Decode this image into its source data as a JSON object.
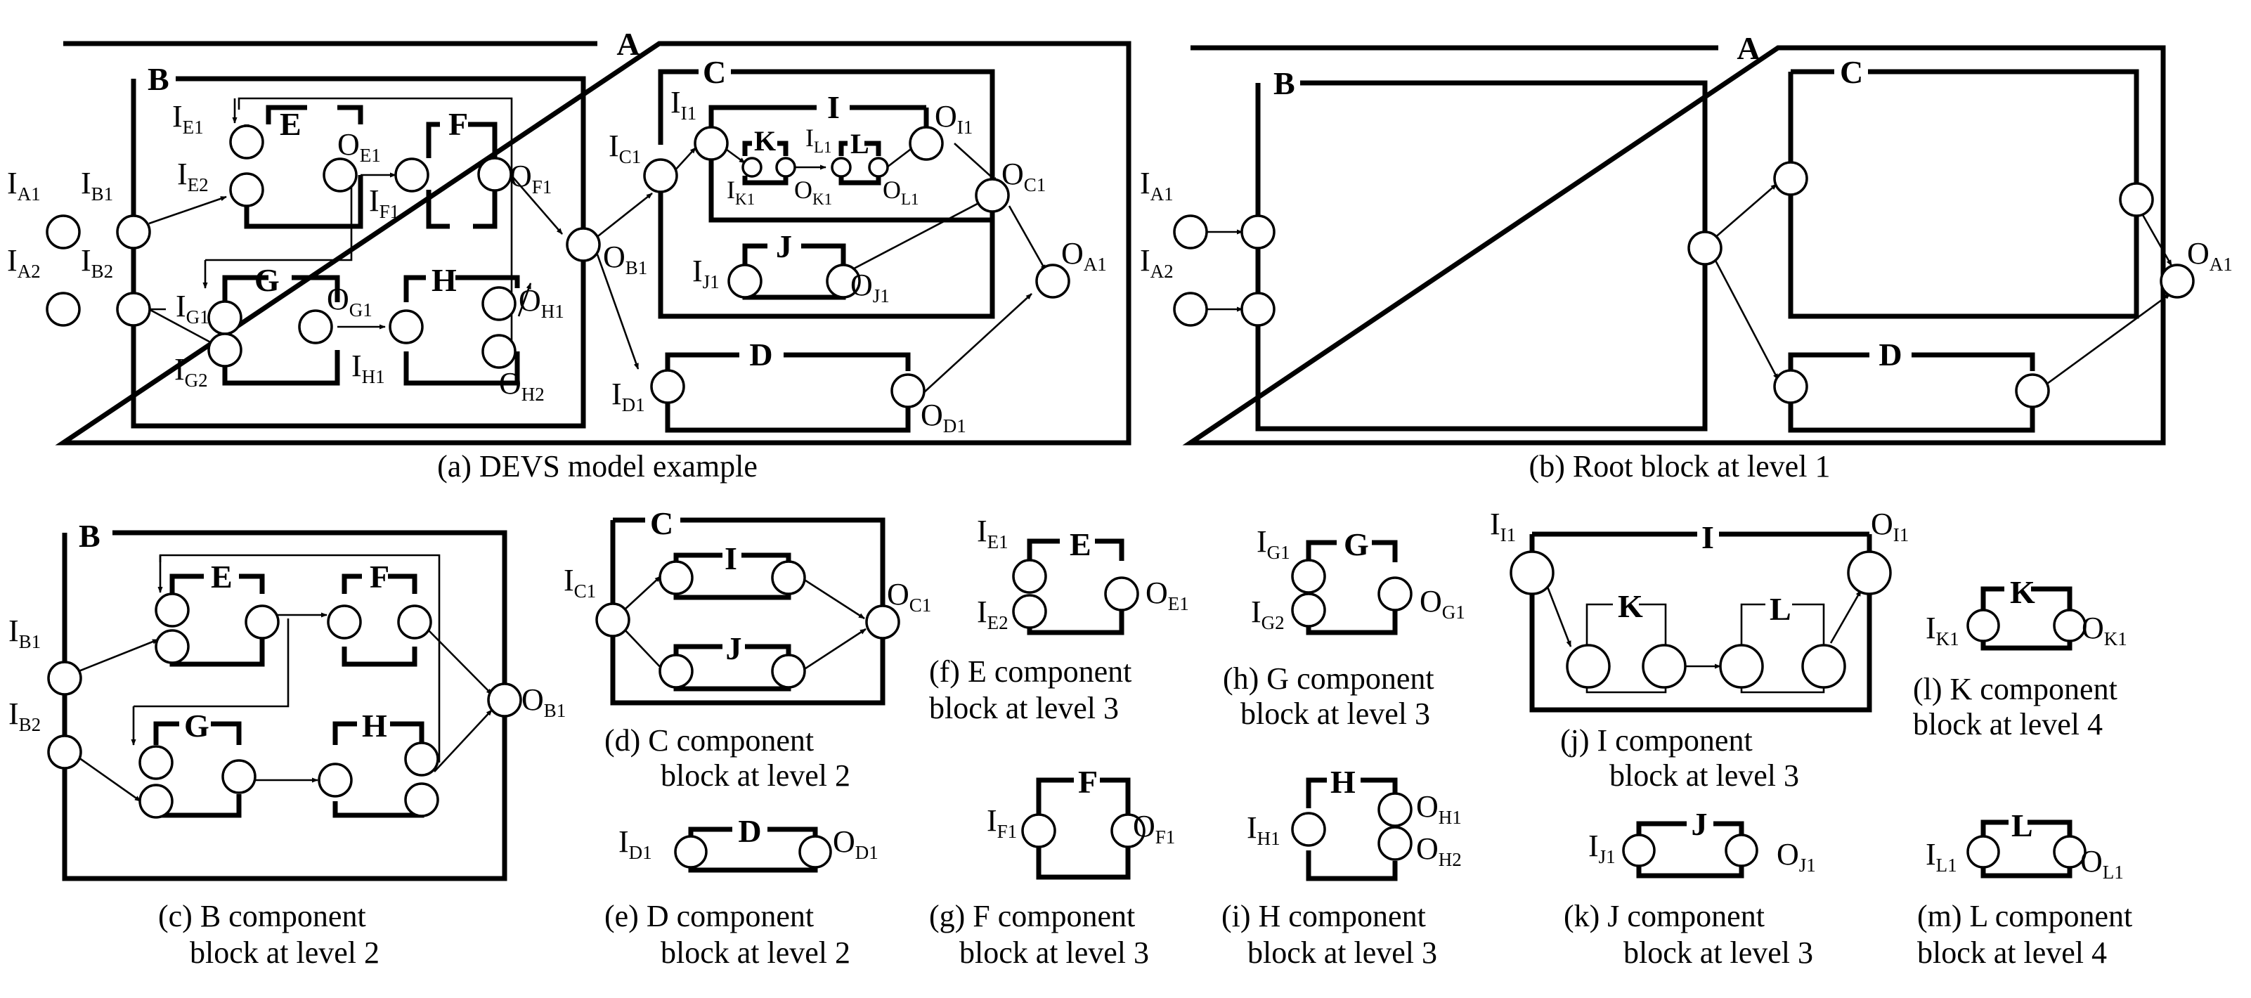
{
  "captions": {
    "a": "(a) DEVS model example",
    "b": "(b) Root block at level 1",
    "c1": "(c) B component",
    "c2": "block at level 2",
    "d1": "(d) C component",
    "d2": "block at level 2",
    "e1": "(e) D component",
    "e2": "block at level 2",
    "f1": "(f) E component",
    "f2": "block at level 3",
    "g1": "(g) F component",
    "g2": "block at level 3",
    "h1": "(h) G component",
    "h2": "block at level 3",
    "i1": "(i) H component",
    "i2": "block at level 3",
    "j1": "(j) I component",
    "j2": "block at level 3",
    "k1": "(k) J component",
    "k2": "block at level 3",
    "l1": "(l) K component",
    "l2": "block at level 4",
    "m1": "(m) L component",
    "m2": "block at level 4"
  },
  "blocks": {
    "A": "A",
    "B": "B",
    "C": "C",
    "D": "D",
    "E": "E",
    "F": "F",
    "G": "G",
    "H": "H",
    "I": "I",
    "J": "J",
    "K": "K",
    "L": "L"
  },
  "ports": {
    "I": "I",
    "O": "O",
    "A1": "A1",
    "A2": "A2",
    "B1": "B1",
    "B2": "B2",
    "C1": "C1",
    "D1": "D1",
    "E1": "E1",
    "E2": "E2",
    "F1": "F1",
    "G1": "G1",
    "G2": "G2",
    "H1": "H1",
    "H2": "H2",
    "I1": "I1",
    "J1": "J1",
    "K1": "K1",
    "L1": "L1"
  }
}
